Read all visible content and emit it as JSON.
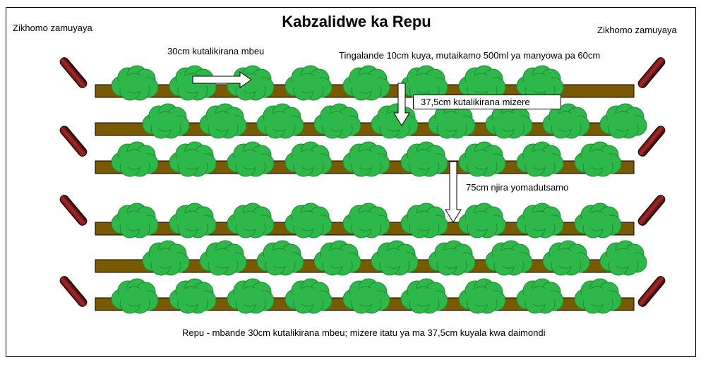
{
  "title": "Kabzalidwe ka Repu",
  "corner_left": "Zikhomo zamuyaya",
  "corner_right": "Zikhomo zamuyaya",
  "label_seed_spacing": "30cm kutalikirana mbeu",
  "label_top_right": "Tingalande 10cm kuya, mutaikamo 500ml ya manyowa pa 60cm",
  "label_row_spacing": "37,5cm kutalikirana mizere",
  "label_path": "75cm njira yomadutsamo",
  "caption": "Repu - mbande 30cm kutalikirana mbeu; mizere itatu ya ma 37,5cm kuyala kwa daimondi",
  "colors": {
    "plant": "#2fb84a",
    "plant_dark": "#1e8a35",
    "bed": "#7a5a00",
    "peg": "#6b0d0d",
    "peg_light": "#a52a2a"
  },
  "beds": [
    {
      "plants": 8,
      "offset": 0
    },
    {
      "plants": 9,
      "offset": 1
    },
    {
      "plants": 9,
      "offset": 0
    },
    {
      "plants": 9,
      "offset": 0
    },
    {
      "plants": 9,
      "offset": 1
    },
    {
      "plants": 9,
      "offset": 0
    }
  ]
}
